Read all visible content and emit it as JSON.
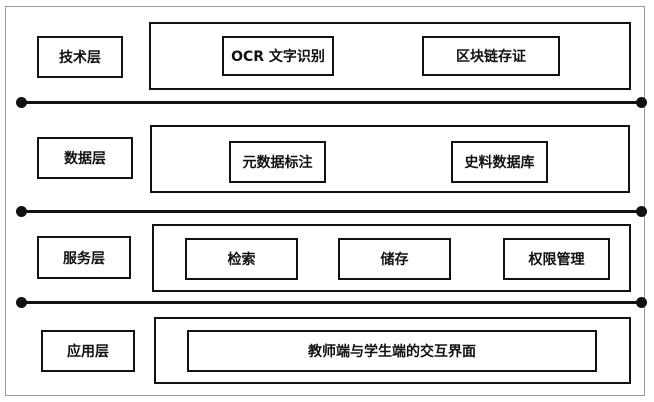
{
  "layers": [
    {
      "name": "技术层",
      "items": [
        "OCR 文字识别",
        "区块链存证"
      ]
    },
    {
      "name": "数据层",
      "items": [
        "元数据标注",
        "史料数据库"
      ]
    },
    {
      "name": "服务层",
      "items": [
        "检索",
        "储存",
        "权限管理"
      ]
    },
    {
      "name": "应用层",
      "items": [
        "教师端与学生端的交互界面"
      ]
    }
  ],
  "colors": {
    "line": "#111111",
    "frame": "#9a9a9a",
    "background": "#ffffff"
  }
}
